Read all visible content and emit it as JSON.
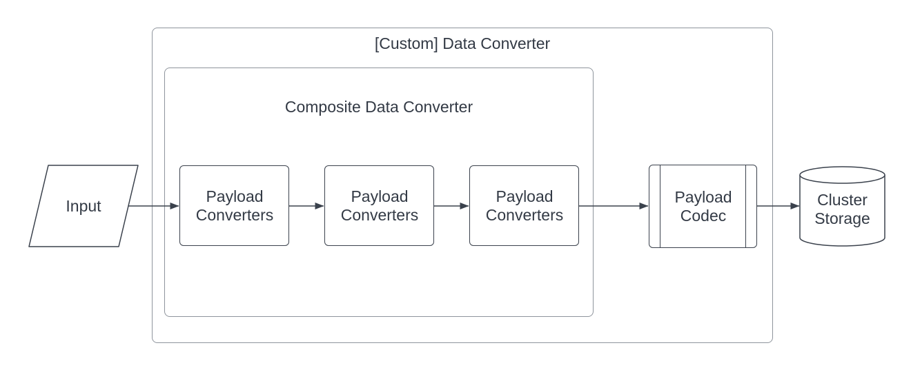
{
  "diagram": {
    "title": "[Custom] Data Converter",
    "nodes": {
      "input": {
        "label": "Input",
        "shape": "parallelogram"
      },
      "outer_container": {
        "title": "[Custom] Data Converter",
        "shape": "rounded-rectangle-container"
      },
      "inner_container": {
        "title": "Composite Data Converter",
        "shape": "rounded-rectangle-container"
      },
      "payload_converters": [
        {
          "label": "Payload Converters",
          "shape": "rounded-rectangle"
        },
        {
          "label": "Payload Converters",
          "shape": "rounded-rectangle"
        },
        {
          "label": "Payload Converters",
          "shape": "rounded-rectangle"
        }
      ],
      "payload_codec": {
        "label": "Payload Codec",
        "shape": "predefined-process"
      },
      "cluster_storage": {
        "label": "Cluster Storage",
        "shape": "cylinder"
      }
    },
    "edges": [
      {
        "from": "input",
        "to": "payload-converters-1",
        "type": "arrow"
      },
      {
        "from": "payload-converters-1",
        "to": "payload-converters-2",
        "type": "arrow"
      },
      {
        "from": "payload-converters-2",
        "to": "payload-converters-3",
        "type": "arrow"
      },
      {
        "from": "payload-converters-3",
        "to": "payload-codec",
        "type": "arrow"
      },
      {
        "from": "payload-codec",
        "to": "cluster-storage",
        "type": "arrow"
      }
    ],
    "colors": {
      "background": "#ffffff",
      "shape_stroke": "#3a414c",
      "container_stroke": "#8e949c",
      "arrow": "#3a414c",
      "text": "#333a45"
    }
  }
}
